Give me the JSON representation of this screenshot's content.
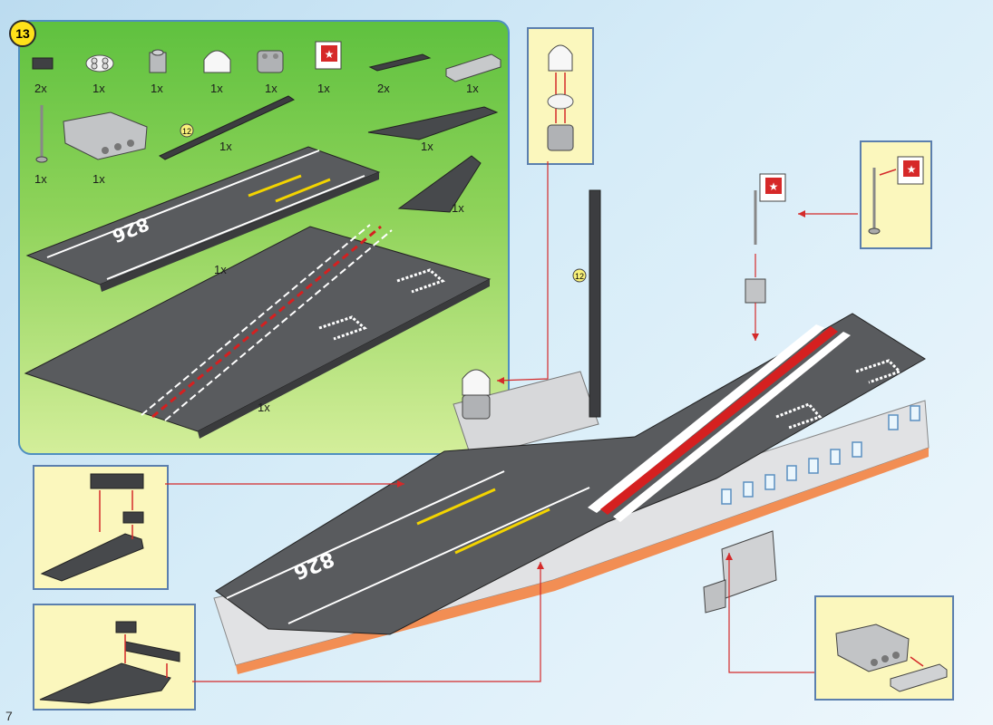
{
  "step": {
    "number": "13"
  },
  "page_number": "7",
  "parts": [
    {
      "name": "dark-gray-plate-1x2",
      "qty": "2x"
    },
    {
      "name": "white-round-plate-2x2",
      "qty": "1x"
    },
    {
      "name": "light-gray-brick-1x1",
      "qty": "1x"
    },
    {
      "name": "white-dome-2x2",
      "qty": "1x"
    },
    {
      "name": "light-gray-round-brick-2x2",
      "qty": "1x"
    },
    {
      "name": "flag-red-star",
      "qty": "1x"
    },
    {
      "name": "dark-gray-plate-1x4",
      "qty": "2x"
    },
    {
      "name": "light-gray-bracket",
      "qty": "1x"
    },
    {
      "name": "antenna",
      "qty": "1x"
    },
    {
      "name": "light-gray-windscreen",
      "qty": "1x"
    },
    {
      "name": "dark-gray-bar-12",
      "qty": "1x",
      "length": "12"
    },
    {
      "name": "dark-gray-wedge-plate",
      "qty": "1x"
    },
    {
      "name": "dark-gray-wedge-small",
      "qty": "1x"
    },
    {
      "name": "deck-plate-runway",
      "qty": "1x",
      "hull_number": "826"
    },
    {
      "name": "deck-plate-angled",
      "qty": "1x"
    }
  ],
  "model": {
    "hull_number": "826",
    "bar_length": "12"
  },
  "colors": {
    "deck": "#5a5c5f",
    "hull": "#e1e2e4",
    "hull_bottom": "#f28e54",
    "runway_yellow": "#f3d400",
    "runway_red": "#d52020",
    "callout_bg": "#fbf7bd",
    "arrow": "#d42a2a",
    "flag": "#d62828"
  }
}
